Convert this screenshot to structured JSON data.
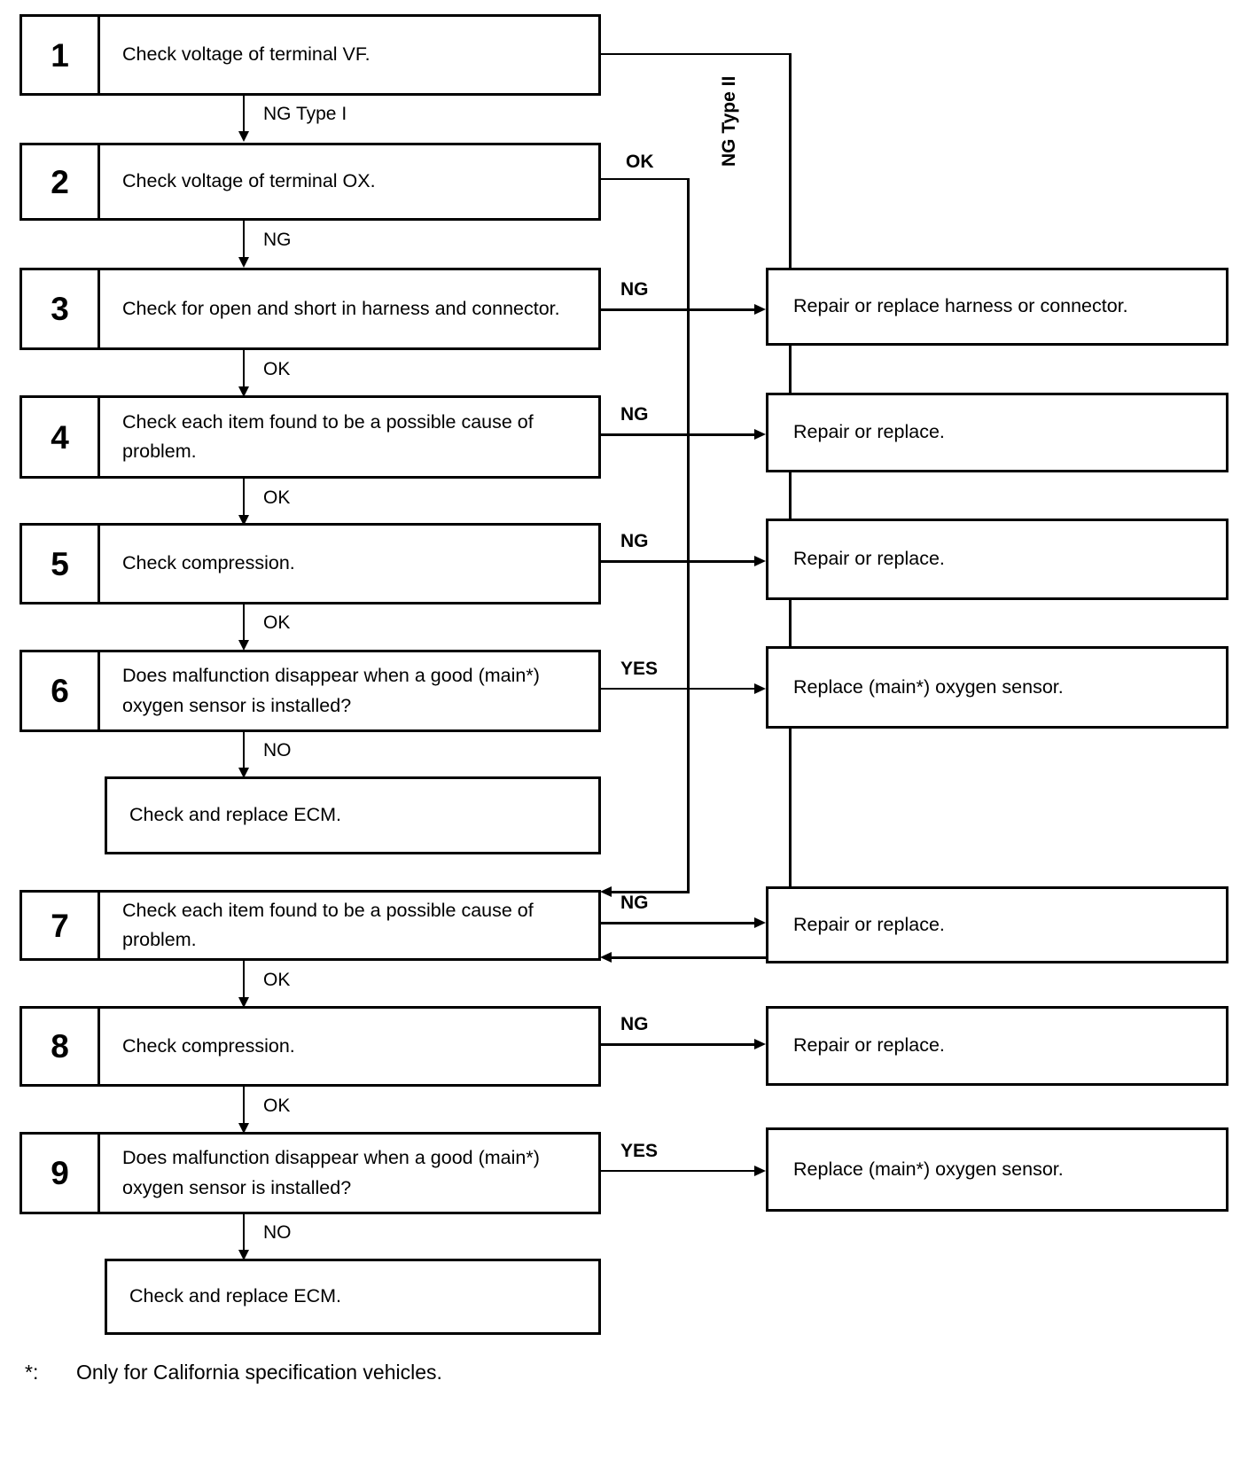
{
  "steps": [
    {
      "num": "1",
      "text": "Check voltage of terminal VF."
    },
    {
      "num": "2",
      "text": "Check voltage of terminal OX."
    },
    {
      "num": "3",
      "text": "Check for open and short in harness and connector."
    },
    {
      "num": "4",
      "text": "Check each item found to be a possible cause of problem."
    },
    {
      "num": "5",
      "text": "Check compression."
    },
    {
      "num": "6",
      "text": "Does malfunction disappear when a good (main*) oxygen sensor is installed?"
    },
    {
      "num": "7",
      "text": "Check each item found to be a possible cause of problem."
    },
    {
      "num": "8",
      "text": "Check compression."
    },
    {
      "num": "9",
      "text": "Does malfunction disappear when a good (main*) oxygen sensor is installed?"
    }
  ],
  "terminal_boxes": [
    {
      "text": "Check and replace ECM."
    },
    {
      "text": "Check and replace ECM."
    }
  ],
  "results": [
    {
      "text": "Repair or replace harness or connector."
    },
    {
      "text": "Repair or replace."
    },
    {
      "text": "Repair or replace."
    },
    {
      "text": "Replace (main*) oxygen sensor."
    },
    {
      "text": "Repair or replace."
    },
    {
      "text": "Repair or replace."
    },
    {
      "text": "Replace (main*)  oxygen sensor."
    }
  ],
  "edge_labels": {
    "ng_type_1": "NG Type I",
    "ng_type_2": "NG Type II",
    "ok_1": "OK",
    "ng_2": "NG",
    "ng_3": "NG",
    "ok_3": "OK",
    "ng_4": "NG",
    "ok_4": "OK",
    "ng_5": "NG",
    "ok_5": "OK",
    "yes_6": "YES",
    "no_6": "NO",
    "ng_7": "NG",
    "ok_7": "OK",
    "ng_8": "NG",
    "ok_8": "OK",
    "yes_9": "YES",
    "no_9": "NO"
  },
  "footnote": {
    "marker": "*:",
    "text": "Only for California specification vehicles."
  },
  "colors": {
    "ink": "#000000",
    "paper": "#ffffff"
  },
  "chart_data": {
    "type": "diagram",
    "title": "Oxygen sensor circuit troubleshooting flowchart",
    "nodes": [
      {
        "id": "1",
        "label": "Check voltage of terminal VF."
      },
      {
        "id": "2",
        "label": "Check voltage of terminal OX."
      },
      {
        "id": "3",
        "label": "Check for open and short in harness and connector."
      },
      {
        "id": "4",
        "label": "Check each item found to be a possible cause of problem."
      },
      {
        "id": "5",
        "label": "Check compression."
      },
      {
        "id": "6",
        "label": "Does malfunction disappear when a good (main*) oxygen sensor is installed?"
      },
      {
        "id": "ecm1",
        "label": "Check and replace ECM."
      },
      {
        "id": "7",
        "label": "Check each item found to be a possible cause of problem."
      },
      {
        "id": "8",
        "label": "Check compression."
      },
      {
        "id": "9",
        "label": "Does malfunction disappear when a good (main*) oxygen sensor is installed?"
      },
      {
        "id": "ecm2",
        "label": "Check and replace ECM."
      },
      {
        "id": "r1",
        "label": "Repair or replace harness or connector."
      },
      {
        "id": "r2",
        "label": "Repair or replace."
      },
      {
        "id": "r3",
        "label": "Repair or replace."
      },
      {
        "id": "r4",
        "label": "Replace (main*) oxygen sensor."
      },
      {
        "id": "r5",
        "label": "Repair or replace."
      },
      {
        "id": "r6",
        "label": "Repair or replace."
      },
      {
        "id": "r7",
        "label": "Replace (main*)  oxygen sensor."
      }
    ],
    "edges": [
      {
        "from": "1",
        "to": "2",
        "label": "NG Type I"
      },
      {
        "from": "1",
        "to": "7",
        "label": "NG Type II"
      },
      {
        "from": "2",
        "to": "3",
        "label": "NG"
      },
      {
        "from": "2",
        "to": "7",
        "label": "OK"
      },
      {
        "from": "3",
        "to": "r1",
        "label": "NG"
      },
      {
        "from": "3",
        "to": "4",
        "label": "OK"
      },
      {
        "from": "4",
        "to": "r2",
        "label": "NG"
      },
      {
        "from": "4",
        "to": "5",
        "label": "OK"
      },
      {
        "from": "5",
        "to": "r3",
        "label": "NG"
      },
      {
        "from": "5",
        "to": "6",
        "label": "OK"
      },
      {
        "from": "6",
        "to": "r4",
        "label": "YES"
      },
      {
        "from": "6",
        "to": "ecm1",
        "label": "NO"
      },
      {
        "from": "7",
        "to": "r5",
        "label": "NG"
      },
      {
        "from": "7",
        "to": "8",
        "label": "OK"
      },
      {
        "from": "8",
        "to": "r6",
        "label": "NG"
      },
      {
        "from": "8",
        "to": "9",
        "label": "OK"
      },
      {
        "from": "9",
        "to": "r7",
        "label": "YES"
      },
      {
        "from": "9",
        "to": "ecm2",
        "label": "NO"
      }
    ]
  }
}
